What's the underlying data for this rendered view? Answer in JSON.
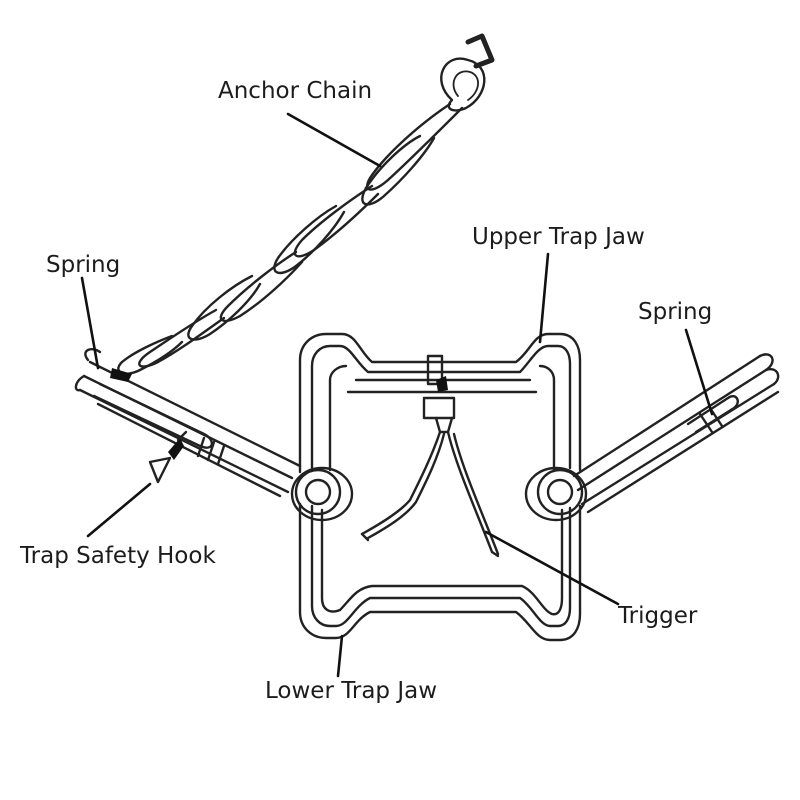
{
  "labels": {
    "anchor_chain": "Anchor Chain",
    "spring_left": "Spring",
    "upper_trap_jaw": "Upper Trap Jaw",
    "spring_right": "Spring",
    "trap_safety_hook": "Trap Safety Hook",
    "trigger": "Trigger",
    "lower_trap_jaw": "Lower Trap Jaw"
  },
  "colors": {
    "line": "#222222",
    "text": "#1c1c1c",
    "background": "#ffffff"
  }
}
